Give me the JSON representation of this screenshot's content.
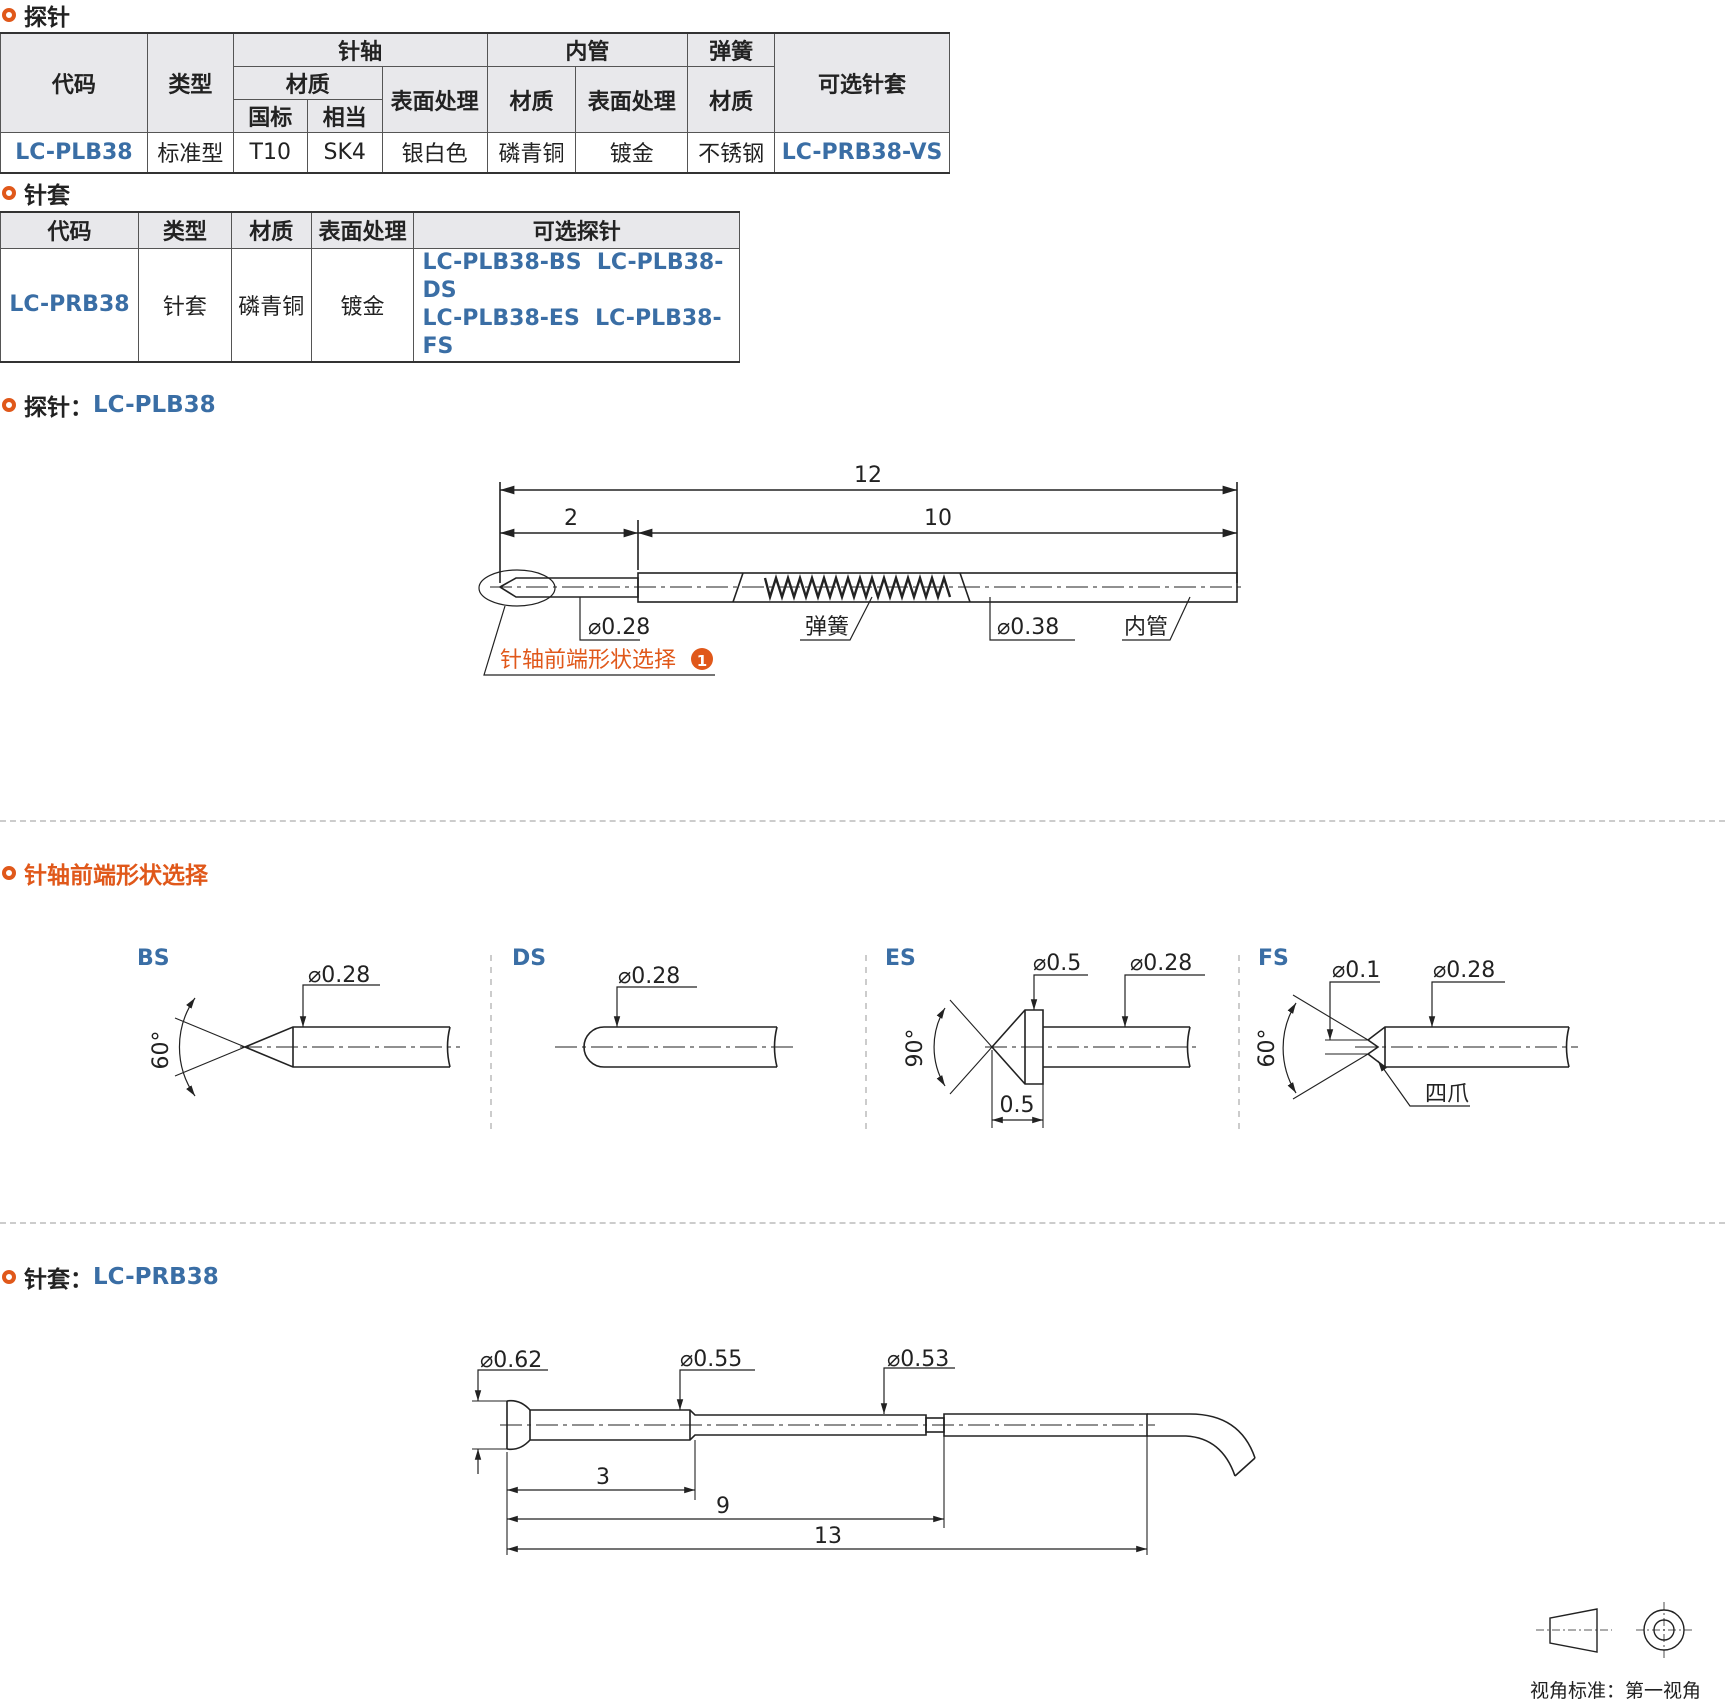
{
  "probe_table": {
    "title": "探针",
    "h_code": "代码",
    "h_type": "类型",
    "h_shaft": "针轴",
    "h_shaft_material": "材质",
    "h_std": "国标",
    "h_equiv": "相当",
    "h_shaft_surface": "表面处理",
    "h_tube": "内管",
    "h_tube_material": "材质",
    "h_tube_surface": "表面处理",
    "h_spring": "弹簧",
    "h_spring_material": "材质",
    "h_sleeve": "可选针套",
    "row": {
      "code": "LC-PLB38",
      "type": "标准型",
      "std": "T10",
      "equiv": "SK4",
      "shaft_surface": "银白色",
      "tube_material": "磷青铜",
      "tube_surface": "镀金",
      "spring_material": "不锈钢",
      "sleeve": "LC-PRB38-VS"
    }
  },
  "sleeve_table": {
    "title": "针套",
    "h_code": "代码",
    "h_type": "类型",
    "h_material": "材质",
    "h_surface": "表面处理",
    "h_probe": "可选探针",
    "row": {
      "code": "LC-PRB38",
      "type": "针套",
      "material": "磷青铜",
      "surface": "镀金",
      "probes": [
        "LC-PLB38-BS",
        "LC-PLB38-DS",
        "LC-PLB38-ES",
        "LC-PLB38-FS"
      ]
    }
  },
  "probe_drawing": {
    "title": "探针：",
    "code": "LC-PLB38",
    "dim_total": "12",
    "dim_tip": "2",
    "dim_body": "10",
    "dia_shaft": "⌀0.28",
    "dia_tube": "⌀0.38",
    "spring": "弹簧",
    "tube": "内管",
    "tip_select": "针轴前端形状选择",
    "tip_badge": "1"
  },
  "tip_shapes": {
    "title": "针轴前端形状选择",
    "bs": {
      "name": "BS",
      "dia": "⌀0.28",
      "angle": "60°"
    },
    "ds": {
      "name": "DS",
      "dia": "⌀0.28"
    },
    "es": {
      "name": "ES",
      "dia_head": "⌀0.5",
      "dia": "⌀0.28",
      "angle": "90°",
      "len": "0.5"
    },
    "fs": {
      "name": "FS",
      "dia_tip": "⌀0.1",
      "dia": "⌀0.28",
      "angle": "60°",
      "claw": "四爪"
    }
  },
  "sleeve_drawing": {
    "title": "针套：",
    "code": "LC-PRB38",
    "dia1": "⌀0.62",
    "dia2": "⌀0.55",
    "dia3": "⌀0.53",
    "dim_a": "3",
    "dim_b": "9",
    "dim_c": "13"
  },
  "projection": {
    "label": "视角标准：第一视角"
  },
  "colors": {
    "accent": "#e0581a",
    "code_blue": "#3a6ea5",
    "header_bg": "#e8e8eb"
  }
}
